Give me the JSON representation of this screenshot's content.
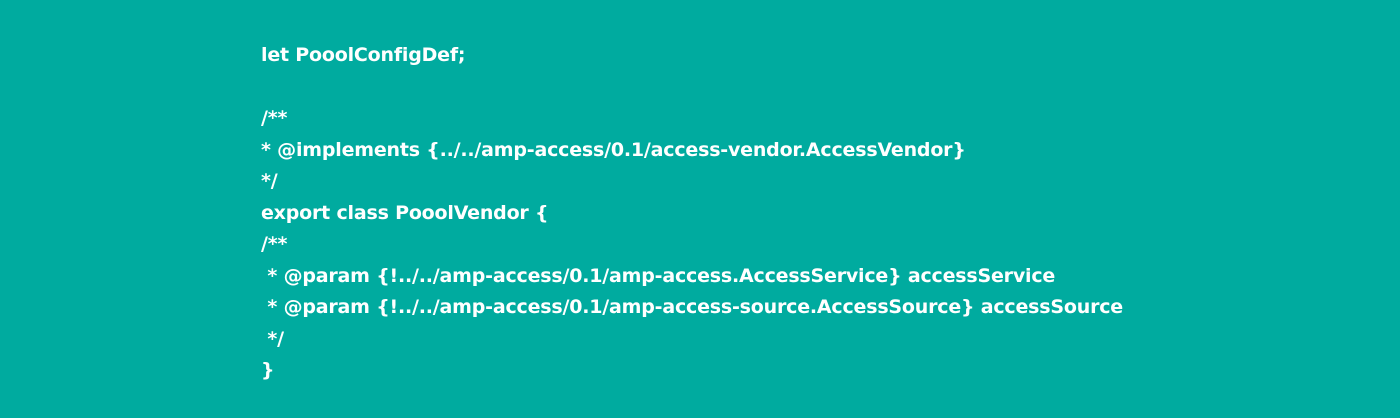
{
  "page": {
    "background_color": "#00ab9f",
    "text_color": "#ffffff"
  },
  "code": {
    "lines": [
      "let PooolConfigDef;",
      "",
      "/**",
      "* @implements {../../amp-access/0.1/access-vendor.AccessVendor}",
      "*/",
      "export class PooolVendor {",
      "/**",
      " * @param {!../../amp-access/0.1/amp-access.AccessService} accessService",
      " * @param {!../../amp-access/0.1/amp-access-source.AccessSource} accessSource",
      " */",
      "}"
    ]
  }
}
